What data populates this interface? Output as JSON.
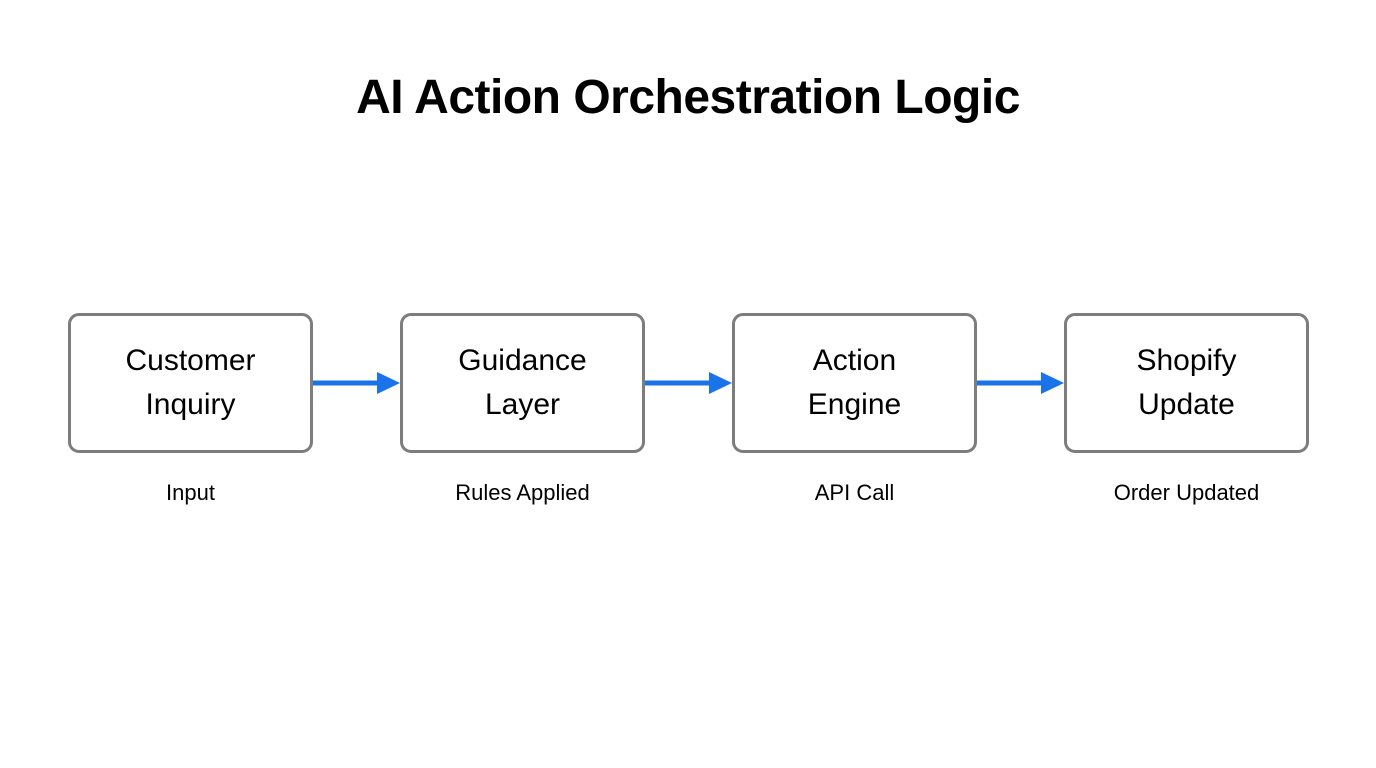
{
  "diagram": {
    "title": "AI Action Orchestration Logic",
    "type": "horizontal-flow",
    "background_color": "#ffffff",
    "node_border_color": "#7d7d7d",
    "node_fill_color": "#ffffff",
    "arrow_color": "#1a73e8",
    "text_color": "#000000",
    "nodes": [
      {
        "id": "customer-inquiry",
        "label": "Customer\nInquiry",
        "caption": "Input"
      },
      {
        "id": "guidance-layer",
        "label": "Guidance\nLayer",
        "caption": "Rules Applied"
      },
      {
        "id": "action-engine",
        "label": "Action\nEngine",
        "caption": "API Call"
      },
      {
        "id": "shopify-update",
        "label": "Shopify\nUpdate",
        "caption": "Order Updated"
      }
    ],
    "connectors": [
      {
        "id": "arrow-1",
        "from": "customer-inquiry",
        "to": "guidance-layer",
        "icon": "arrow-right-icon"
      },
      {
        "id": "arrow-2",
        "from": "guidance-layer",
        "to": "action-engine",
        "icon": "arrow-right-icon"
      },
      {
        "id": "arrow-3",
        "from": "action-engine",
        "to": "shopify-update",
        "icon": "arrow-right-icon"
      }
    ]
  }
}
